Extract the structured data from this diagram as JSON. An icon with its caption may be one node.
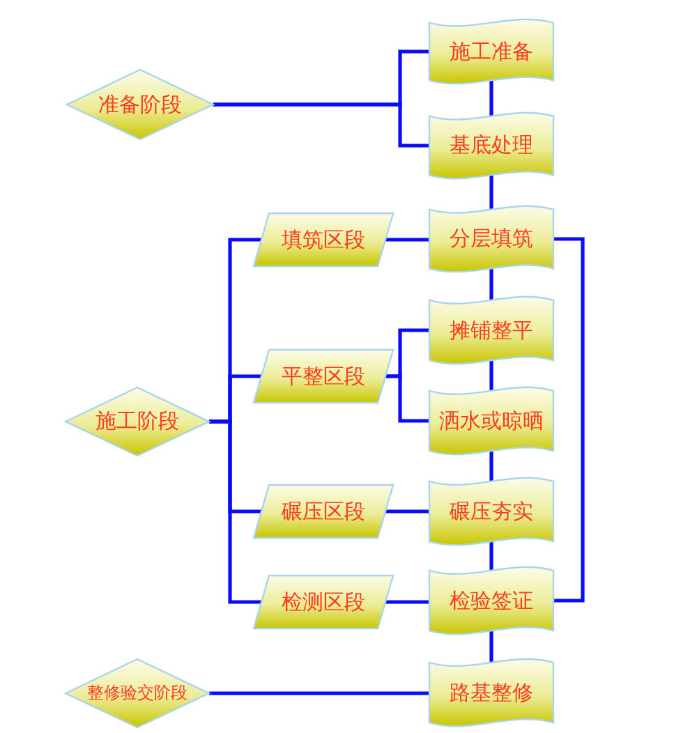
{
  "diagram": {
    "nodes": [
      {
        "text": [
          "施工准备"
        ]
      },
      {
        "text": [
          "准备阶段"
        ]
      },
      {
        "text": [
          "基底处理"
        ]
      },
      {
        "text": [
          "填筑区段"
        ]
      },
      {
        "text": [
          "分层填筑"
        ]
      },
      {
        "text": [
          "摊铺整平"
        ]
      },
      {
        "text": [
          "施工阶段"
        ]
      },
      {
        "text": [
          "平整区段"
        ]
      },
      {
        "text": [
          "洒水或晾晒"
        ]
      },
      {
        "text": [
          "碾压区段"
        ]
      },
      {
        "text": [
          "碾压夯实"
        ]
      },
      {
        "text": [
          "检测区段"
        ]
      },
      {
        "text": [
          "检验签证"
        ]
      },
      {
        "text": [
          "整修验交阶段"
        ]
      },
      {
        "text": [
          "路基整修"
        ]
      }
    ],
    "edges": [
      {
        "from": 1,
        "to": 0,
        "arrow": "none"
      },
      {
        "from": 1,
        "to": 2,
        "arrow": "none"
      },
      {
        "from": 0,
        "to": 2,
        "arrow": "none"
      },
      {
        "from": 2,
        "to": 4,
        "arrow": "none"
      },
      {
        "from": 4,
        "to": 5,
        "arrow": "none"
      },
      {
        "from": 5,
        "to": 8,
        "arrow": "none"
      },
      {
        "from": 8,
        "to": 10,
        "arrow": "none"
      },
      {
        "from": 10,
        "to": 12,
        "arrow": "none"
      },
      {
        "from": 12,
        "to": 14,
        "arrow": "none"
      },
      {
        "from": 4,
        "to": 12,
        "arrow": "none"
      },
      {
        "from": 6,
        "to": 3,
        "arrow": "none"
      },
      {
        "from": 6,
        "to": 7,
        "arrow": "none"
      },
      {
        "from": 6,
        "to": 9,
        "arrow": "none"
      },
      {
        "from": 6,
        "to": 11,
        "arrow": "none"
      },
      {
        "from": 3,
        "to": 4,
        "arrow": "none"
      },
      {
        "from": 7,
        "to": 5,
        "arrow": "none"
      },
      {
        "from": 7,
        "to": 8,
        "arrow": "none"
      },
      {
        "from": 9,
        "to": 10,
        "arrow": "none"
      },
      {
        "from": 11,
        "to": 12,
        "arrow": "none"
      },
      {
        "from": 13,
        "to": 14,
        "arrow": "none"
      }
    ]
  }
}
